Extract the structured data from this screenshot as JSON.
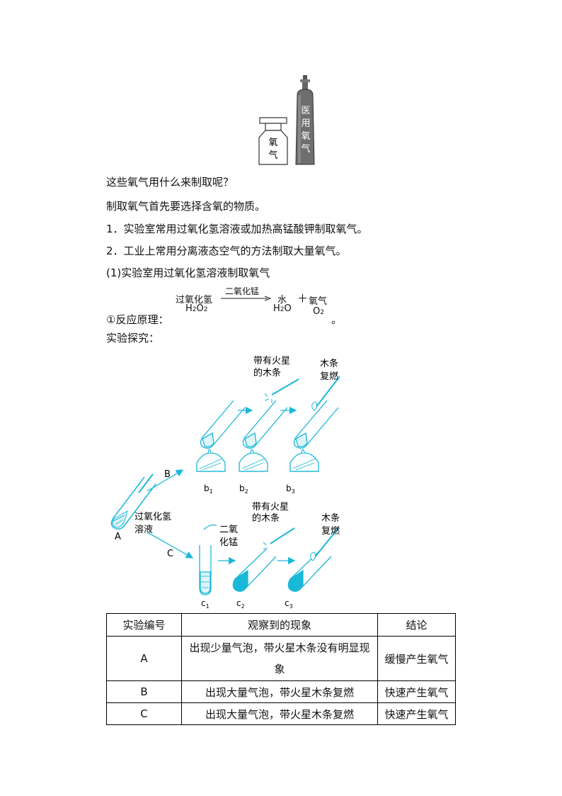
{
  "top_images": {
    "bottle_label_1": "氧",
    "bottle_label_2": "气",
    "cylinder_label": [
      "医",
      "用",
      "氧",
      "气"
    ]
  },
  "text_lines": [
    "这些氧气用什么来制取呢？",
    "制取氧气首先要选择含氧的物质。",
    "1．实验室常用过氧化氢溶液或加热高锰酸钾制取氧气。",
    "2．工业上常用分离液态空气的方法制取大量氧气。",
    "(1)实验室用过氧化氢溶液制取氧气"
  ],
  "equation": {
    "reactant": "过氧化氢",
    "reactant_formula": [
      "H",
      "2",
      "O",
      "2"
    ],
    "catalyst": "二氧化锰",
    "product1": "水",
    "product1_formula": [
      "H",
      "2",
      "O"
    ],
    "plus": "＋",
    "product2": "氧气",
    "product2_formula": [
      "O",
      "2"
    ],
    "prefix": "①反应原理：",
    "end_mark": "。"
  },
  "explore_label": "实验探究：",
  "diagram": {
    "label_A": "A",
    "label_B": "B",
    "label_C": "C",
    "h2o2_solution": [
      "过氧化氢",
      "溶液"
    ],
    "splint_glowing_top": [
      "带有火星",
      "的木条"
    ],
    "splint_relit_top": [
      "木条",
      "复燃"
    ],
    "splint_glowing_bottom": [
      "带有火星",
      "的木条"
    ],
    "splint_relit_bottom": [
      "木条",
      "复燃"
    ],
    "mno2": [
      "二氧",
      "化锰"
    ],
    "b_labels": [
      [
        "b",
        "1"
      ],
      [
        "b",
        "2"
      ],
      [
        "b",
        "3"
      ]
    ],
    "c_labels": [
      [
        "c",
        "1"
      ],
      [
        "c",
        "2"
      ],
      [
        "c",
        "3"
      ]
    ],
    "tube_color": "#1ab8d8"
  },
  "table": {
    "headers": [
      "实验编号",
      "观察到的现象",
      "结论"
    ],
    "rows": [
      {
        "id": "A",
        "observation": "出现少量气泡，带火星木条没有明显现象",
        "conclusion": "缓慢产生氧气"
      },
      {
        "id": "B",
        "observation": "出现大量气泡，带火星木条复燃",
        "conclusion": "快速产生氧气"
      },
      {
        "id": "C",
        "observation": "出现大量气泡，带火星木条复燃",
        "conclusion": "快速产生氧气"
      }
    ]
  }
}
